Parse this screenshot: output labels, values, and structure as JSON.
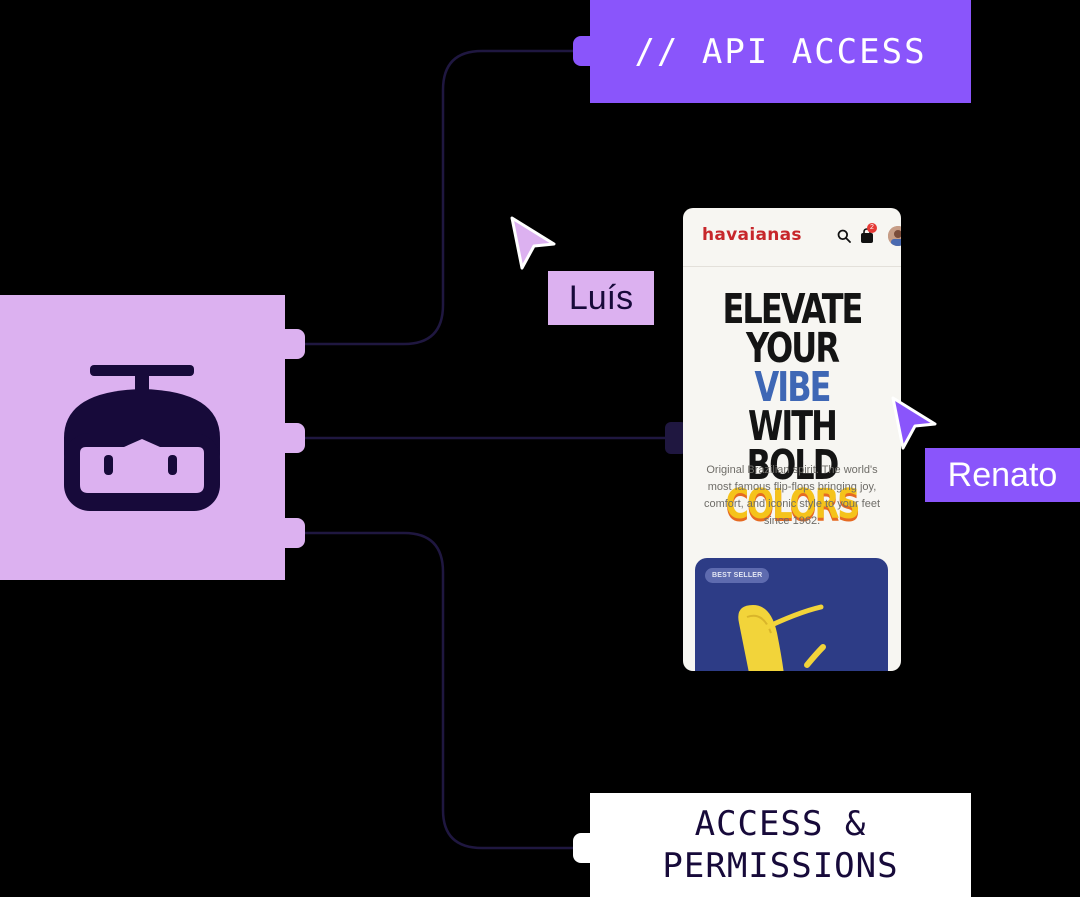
{
  "labels": {
    "api_access": "// API ACCESS",
    "permissions_line1": "ACCESS &",
    "permissions_line2": "PERMISSIONS"
  },
  "collaborators": [
    {
      "name": "Luís",
      "color": "#dcb1f0"
    },
    {
      "name": "Renato",
      "color": "#8a55fb"
    }
  ],
  "phone": {
    "brand": "havaianas",
    "cart_count": "2",
    "hero": {
      "line1": "ELEVATE",
      "line2_a": "YOUR",
      "line2_b": "VIBE",
      "line3": "WITH BOLD",
      "line4": "COLORS"
    },
    "description": "Original Brazilian spirit. The world's most famous flip-flops bringing joy, comfort, and iconic style to your feet since 1962.",
    "product_badge": "BEST SELLER"
  },
  "colors": {
    "background": "#000000",
    "robot_block": "#dcb1f0",
    "accent_purple": "#8a55fb",
    "wire": "#1f1740",
    "brand_red": "#c7272b"
  },
  "icons": [
    "robot-logo-icon",
    "search-icon",
    "shopping-bag-icon",
    "cursor-arrow-icon"
  ]
}
